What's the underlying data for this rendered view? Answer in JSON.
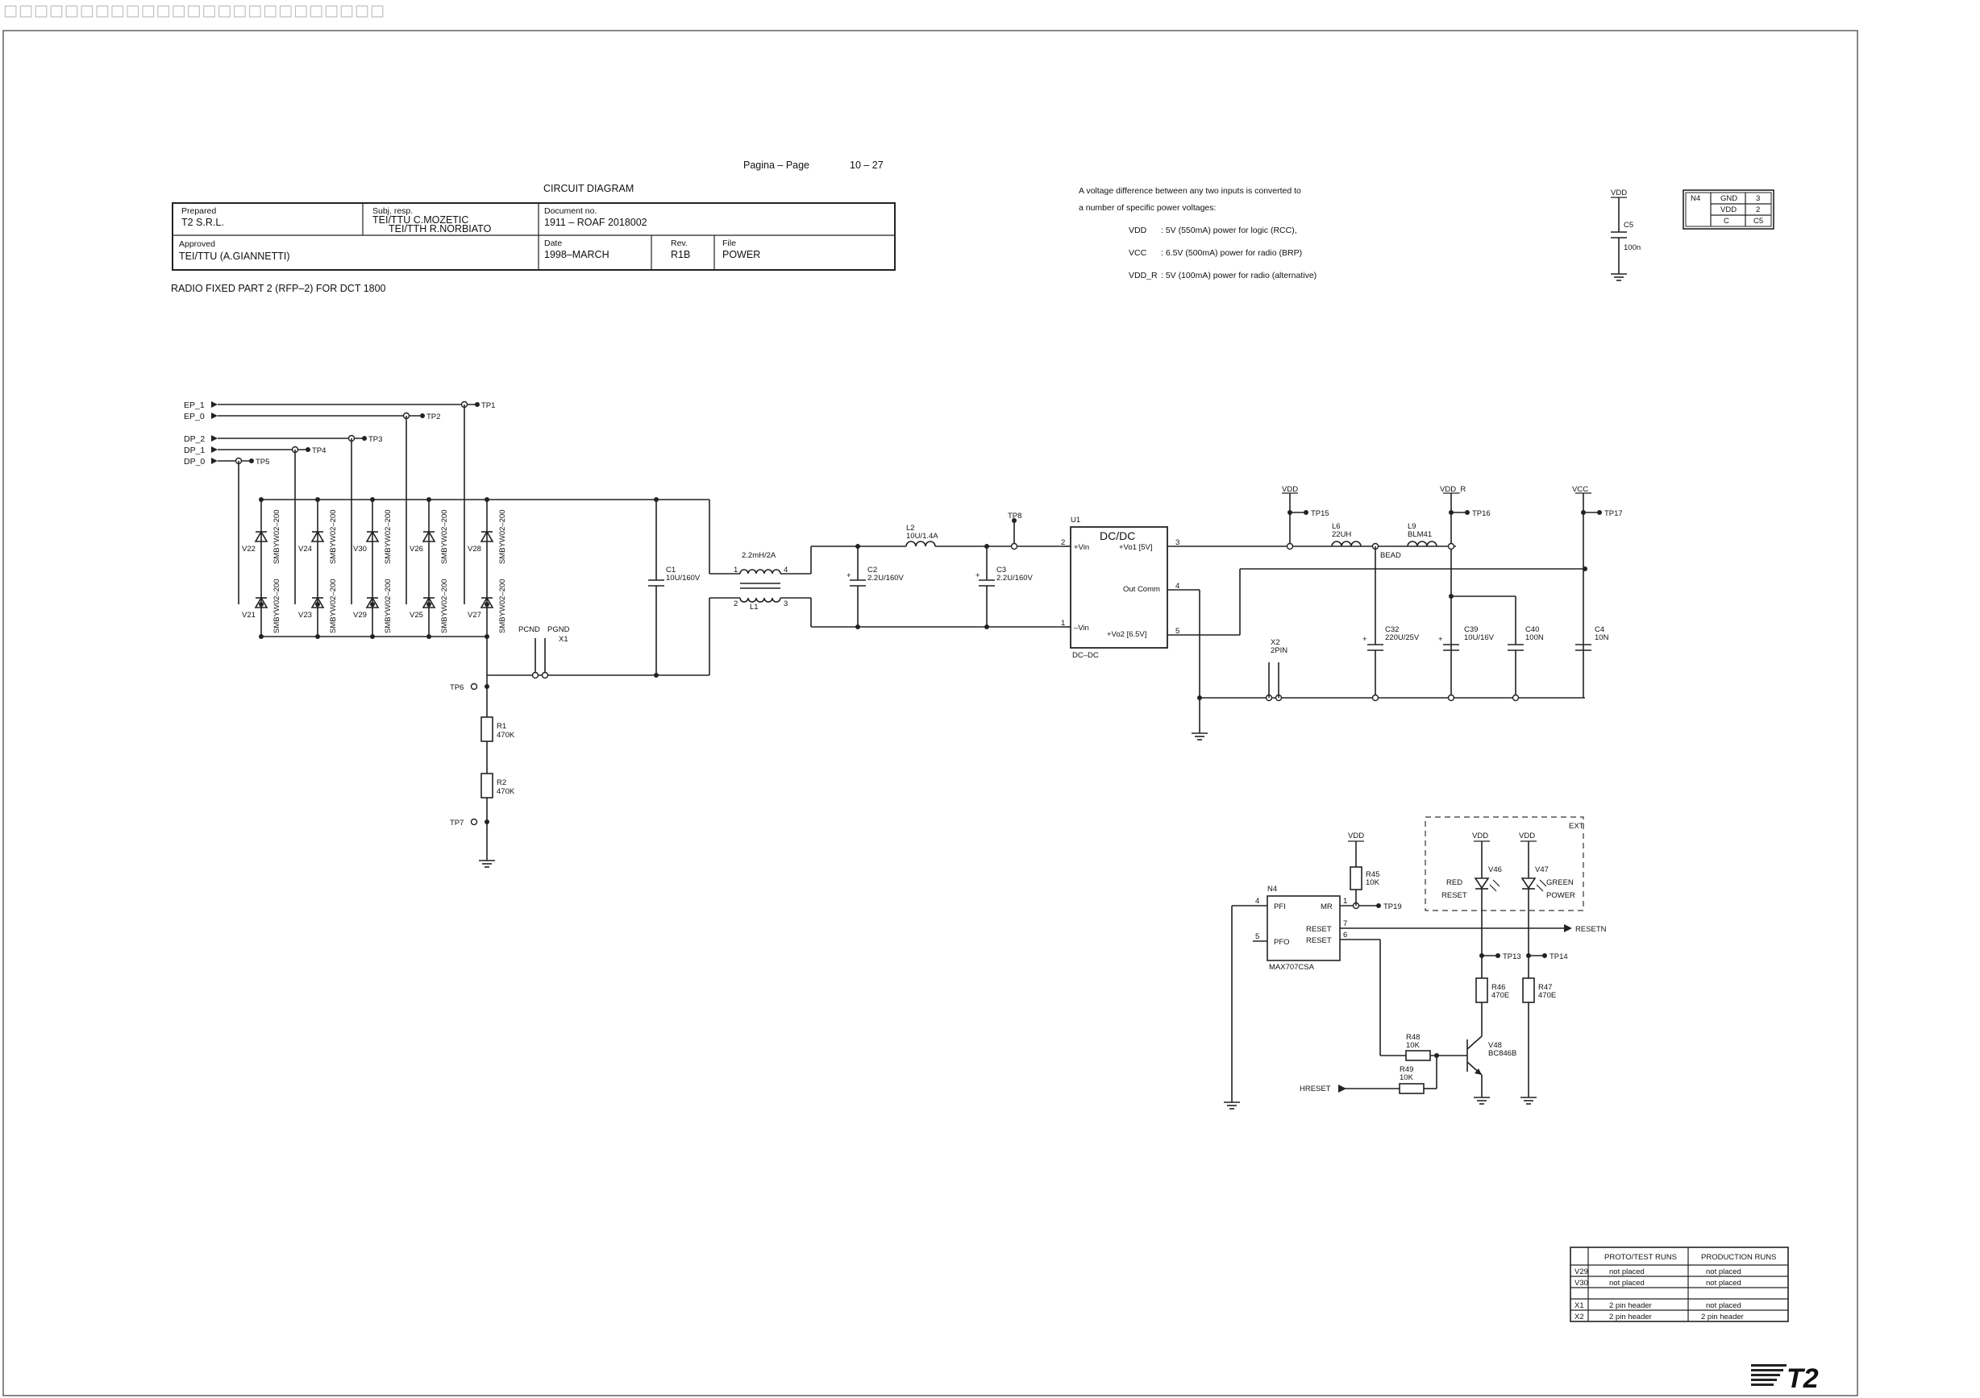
{
  "header": {
    "title_block_chars": "□□□□□□□□□□□□□□□□□□□□□□□□□",
    "page_label": "Pagina – Page",
    "page_number": "10 – 27",
    "diagram_kind": "CIRCUIT DIAGRAM",
    "prepared_label": "Prepared",
    "prepared_value": "T2 S.R.L.",
    "subj_label": "Subj. resp.",
    "subj_value_1": "TEI/TTU C.MOZETIC",
    "subj_value_2": "TEI/TTH R.NORBIATO",
    "document_label": "Document no.",
    "document_value": "1911 – ROAF 2018002",
    "approved_label": "Approved",
    "approved_value": "TEI/TTU (A.GIANNETTI)",
    "date_label": "Date",
    "date_value": "1998–MARCH",
    "rev_label": "Rev.",
    "rev_value": "R1B",
    "file_label": "File",
    "file_value": "POWER",
    "subtitle": "RADIO FIXED PART 2 (RFP–2) FOR DCT 1800"
  },
  "notes": {
    "line1": "A voltage difference between any two inputs is converted to",
    "line2": "a number of specific power voltages:",
    "vdd_name": "VDD",
    "vdd_desc": ": 5V (550mA) power for logic (RCC),",
    "vcc_name": "VCC",
    "vcc_desc": ": 6.5V (500mA) power for radio (BRP)",
    "vddr_name": "VDD_R",
    "vddr_desc": ": 5V (100mA) power for radio (alternative)"
  },
  "power_table": {
    "ref": "N4",
    "rows": [
      [
        "GND",
        "3"
      ],
      [
        "VDD",
        "2"
      ],
      [
        "C",
        "C5"
      ]
    ]
  },
  "labels": {
    "vdd": "VDD",
    "vdd_r": "VDD_R",
    "vcc": "VCC",
    "c5": "C5",
    "c5_val": "100n",
    "ep1": "EP_1",
    "ep0": "EP_0",
    "dp2": "DP_2",
    "dp1": "DP_1",
    "dp0": "DP_0",
    "tp1": "TP1",
    "tp2": "TP2",
    "tp3": "TP3",
    "tp4": "TP4",
    "tp5": "TP5",
    "tp6": "TP6",
    "tp7": "TP7",
    "tp8": "TP8",
    "tp13": "TP13",
    "tp14": "TP14",
    "tp15": "TP15",
    "tp16": "TP16",
    "tp17": "TP17",
    "tp19": "TP19",
    "diode_part": "SMBYW02–200",
    "v22": "V22",
    "v24": "V24",
    "v30": "V30",
    "v26": "V26",
    "v28": "V28",
    "v21": "V21",
    "v23": "V23",
    "v29": "V29",
    "v25": "V25",
    "v27": "V27",
    "pcnd": "PCND",
    "pgnd": "PGND",
    "x1": "X1",
    "r1": "R1",
    "r1_val": "470K",
    "r2": "R2",
    "r2_val": "470K",
    "c1": "C1",
    "c1_val": "10U/160V",
    "l1_val": "2.2mH/2A",
    "l1": "L1",
    "l2": "L2",
    "l2_val": "10U/1.4A",
    "c2": "C2",
    "c2_val": "2.2U/160V",
    "c3": "C3",
    "c3_val": "2.2U/160V",
    "u1": "U1",
    "dcdc": "DC/DC",
    "dcdc_bottom": "DC–DC",
    "pin_vin_p": "+Vin",
    "pin_vin_n": "–Vin",
    "pin_vo1": "+Vo1 [5V]",
    "pin_outcomm": "Out Comm",
    "pin_vo2": "+Vo2 [6.5V]",
    "x2": "X2",
    "x2_val": "2PIN",
    "l6": "L6",
    "l6_val": "22UH",
    "l9": "L9",
    "l9_val": "BLM41",
    "bead": "BEAD",
    "c32": "C32",
    "c32_val": "220U/25V",
    "c39": "C39",
    "c39_val": "10U/16V",
    "c40": "C40",
    "c40_val": "100N",
    "c4": "C4",
    "c4_val": "10N",
    "n4": "N4",
    "n4_part": "MAX707CSA",
    "pfi": "PFI",
    "mr": "MR",
    "pfo": "PFO",
    "reset_pin": "RESET",
    "resetn_pin": "RESET",
    "r45": "R45",
    "r45_val": "10K",
    "resetn_out": "RESETN",
    "v46": "V46",
    "v47": "V47",
    "red": "RED",
    "reset_led": "RESET",
    "green": "GREEN",
    "power_led": "POWER",
    "ext": "EXT",
    "r46": "R46",
    "r46_val": "470E",
    "r47": "R47",
    "r47_val": "470E",
    "r48": "R48",
    "r48_val": "10K",
    "r49": "R49",
    "r49_val": "10K",
    "v48": "V48",
    "v48_val": "BC846B",
    "hreset": "HRESET"
  },
  "runs_table": {
    "headers": [
      "",
      "PROTO/TEST RUNS",
      "PRODUCTION RUNS"
    ],
    "rows": [
      [
        "V29",
        "not placed",
        "not placed"
      ],
      [
        "V30",
        "not placed",
        "not placed"
      ],
      [
        "",
        "",
        ""
      ],
      [
        "X1",
        "2 pin header",
        "not placed"
      ],
      [
        "X2",
        "2 pin header",
        "2 pin header"
      ]
    ]
  },
  "logo": "T2"
}
